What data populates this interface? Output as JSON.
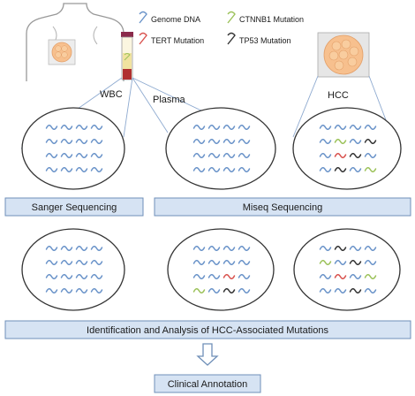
{
  "legend": [
    {
      "key": "genome",
      "label": "Genome DNA",
      "color": "#6a93c9"
    },
    {
      "key": "tert",
      "label": "TERT Mutation",
      "color": "#d9534f"
    },
    {
      "key": "ctnnb1",
      "label": "CTNNB1 Mutation",
      "color": "#9cc25a"
    },
    {
      "key": "tp53",
      "label": "TP53 Mutation",
      "color": "#333333"
    }
  ],
  "samples": {
    "wbc": "WBC",
    "plasma": "Plasma",
    "hcc": "HCC"
  },
  "steps": {
    "sanger": "Sanger Sequencing",
    "miseq": "Miseq Sequencing",
    "identification": "Identification and Analysis of HCC-Associated Mutations",
    "clinical": "Clinical Annotation"
  },
  "colors": {
    "box_fill": "#d6e3f3",
    "box_stroke": "#6f8fb8",
    "cell_fill": "#f7c08e",
    "cell_stroke": "#e3a06a",
    "tube_cap": "#8a2a4a",
    "tube_fluid": "#f1e3a0"
  },
  "grids": {
    "top_wbc": [
      "g",
      "g",
      "g",
      "g",
      "g",
      "g",
      "g",
      "g",
      "g",
      "g",
      "g",
      "g",
      "g",
      "g",
      "g",
      "g"
    ],
    "top_plasma": [
      "g",
      "g",
      "g",
      "g",
      "g",
      "g",
      "g",
      "g",
      "g",
      "g",
      "g",
      "g",
      "g",
      "g",
      "g",
      "g"
    ],
    "top_hcc": [
      "g",
      "g",
      "g",
      "g",
      "g",
      "c",
      "g",
      "k",
      "g",
      "r",
      "k",
      "g",
      "g",
      "k",
      "g",
      "c"
    ],
    "bottom_wbc": [
      "g",
      "g",
      "g",
      "g",
      "g",
      "g",
      "g",
      "g",
      "g",
      "g",
      "g",
      "g",
      "g",
      "g",
      "g",
      "g"
    ],
    "bottom_plasma": [
      "g",
      "g",
      "g",
      "g",
      "g",
      "g",
      "g",
      "g",
      "g",
      "g",
      "r",
      "g",
      "c",
      "g",
      "k",
      "g"
    ],
    "bottom_hcc": [
      "g",
      "k",
      "g",
      "g",
      "c",
      "g",
      "k",
      "g",
      "g",
      "r",
      "g",
      "c",
      "g",
      "g",
      "k",
      "g"
    ]
  }
}
